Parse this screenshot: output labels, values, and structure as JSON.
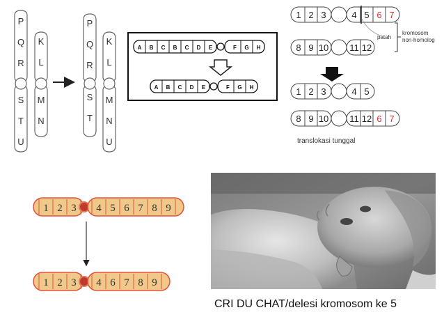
{
  "inversion": {
    "before_left": [
      "P",
      "Q",
      "R",
      "S",
      "T",
      "U"
    ],
    "before_right": [
      "K",
      "L",
      "M",
      "N"
    ],
    "after_left": [
      "P",
      "Q",
      "R",
      "S",
      "T"
    ],
    "after_right": [
      "K",
      "L",
      "M",
      "N",
      "U"
    ]
  },
  "duplication_box": {
    "top_cells": [
      "A",
      "B",
      "C",
      "B",
      "C",
      "D",
      "E",
      "F",
      "G",
      "H"
    ],
    "bottom_cells": [
      "A",
      "B",
      "C",
      "D",
      "E",
      "F",
      "G",
      "H"
    ]
  },
  "translocation": {
    "chromosome_top": [
      "1",
      "2",
      "3",
      "4",
      "5",
      "6",
      "7"
    ],
    "chromosome_bottom": [
      "8",
      "9",
      "10",
      "11",
      "12"
    ],
    "after_top": [
      "1",
      "2",
      "3",
      "4",
      "5"
    ],
    "after_bottom": [
      "8",
      "9",
      "10",
      "11",
      "12",
      "6",
      "7"
    ],
    "label_break": "patah",
    "label_group_line1": "kromosom",
    "label_group_line2": "non-homolog",
    "label_result": "translokasi tunggal",
    "highlight_color": "#d0312d"
  },
  "deletion": {
    "before": [
      "1",
      "2",
      "3",
      "4",
      "5",
      "6",
      "7",
      "8",
      "9"
    ],
    "after": [
      "1",
      "2",
      "3",
      "4",
      "6",
      "7",
      "8",
      "9"
    ],
    "fill_color": "#f0c98a",
    "border_color": "#e0533a"
  },
  "photo_caption": "CRI DU CHAT/delesi kromosom ke 5"
}
